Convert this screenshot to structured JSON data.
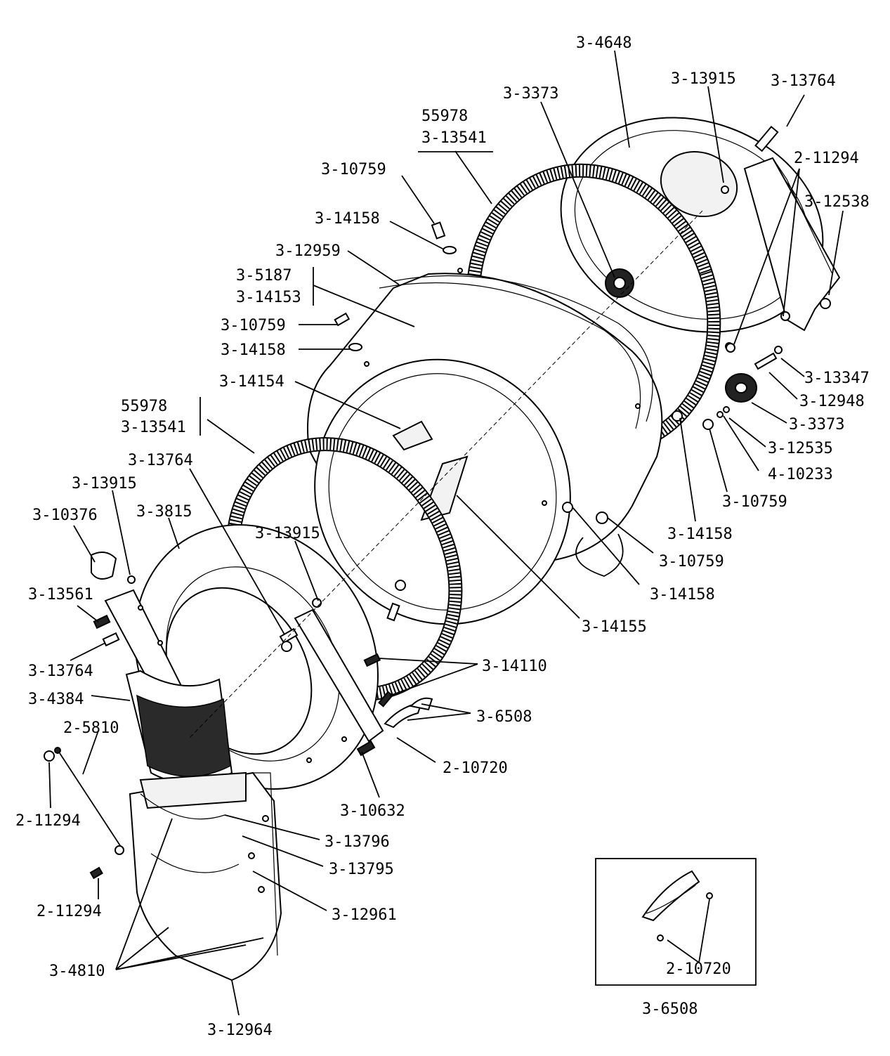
{
  "labels": {
    "l_3_4648": "3-4648",
    "l_3_13915_top": "3-13915",
    "l_3_13764_top": "3-13764",
    "l_3_3373_top": "3-3373",
    "l_55978_top": "55978",
    "l_3_13541_top": "3-13541",
    "l_2_11294_top": "2-11294",
    "l_3_10759_a": "3-10759",
    "l_3_12538": "3-12538",
    "l_3_14158_a": "3-14158",
    "l_3_12959": "3-12959",
    "l_3_5187": "3-5187",
    "l_3_14153": "3-14153",
    "l_3_10759_b": "3-10759",
    "l_3_14158_b": "3-14158",
    "l_3_13347": "3-13347",
    "l_3_14154": "3-14154",
    "l_3_12948": "3-12948",
    "l_55978_mid": "55978",
    "l_3_13541_mid": "3-13541",
    "l_3_3373_right": "3-3373",
    "l_3_12535": "3-12535",
    "l_3_13764_mid": "3-13764",
    "l_4_10233": "4-10233",
    "l_3_13915_left": "3-13915",
    "l_3_10759_c": "3-10759",
    "l_3_10376": "3-10376",
    "l_3_3815": "3-3815",
    "l_3_13915_mid": "3-13915",
    "l_3_14158_c": "3-14158",
    "l_3_10759_d": "3-10759",
    "l_3_13561": "3-13561",
    "l_3_14158_d": "3-14158",
    "l_3_14155": "3-14155",
    "l_3_13764_left": "3-13764",
    "l_3_14110": "3-14110",
    "l_3_4384": "3-4384",
    "l_3_6508_main": "3-6508",
    "l_2_5810": "2-5810",
    "l_2_10720_main": "2-10720",
    "l_3_10632": "3-10632",
    "l_2_11294_left": "2-11294",
    "l_3_13796": "3-13796",
    "l_3_13795": "3-13795",
    "l_2_11294_bottom": "2-11294",
    "l_3_12961": "3-12961",
    "l_3_4810": "3-4810",
    "l_3_12964": "3-12964",
    "l_2_10720_inset": "2-10720",
    "l_3_6508_inset": "3-6508"
  }
}
